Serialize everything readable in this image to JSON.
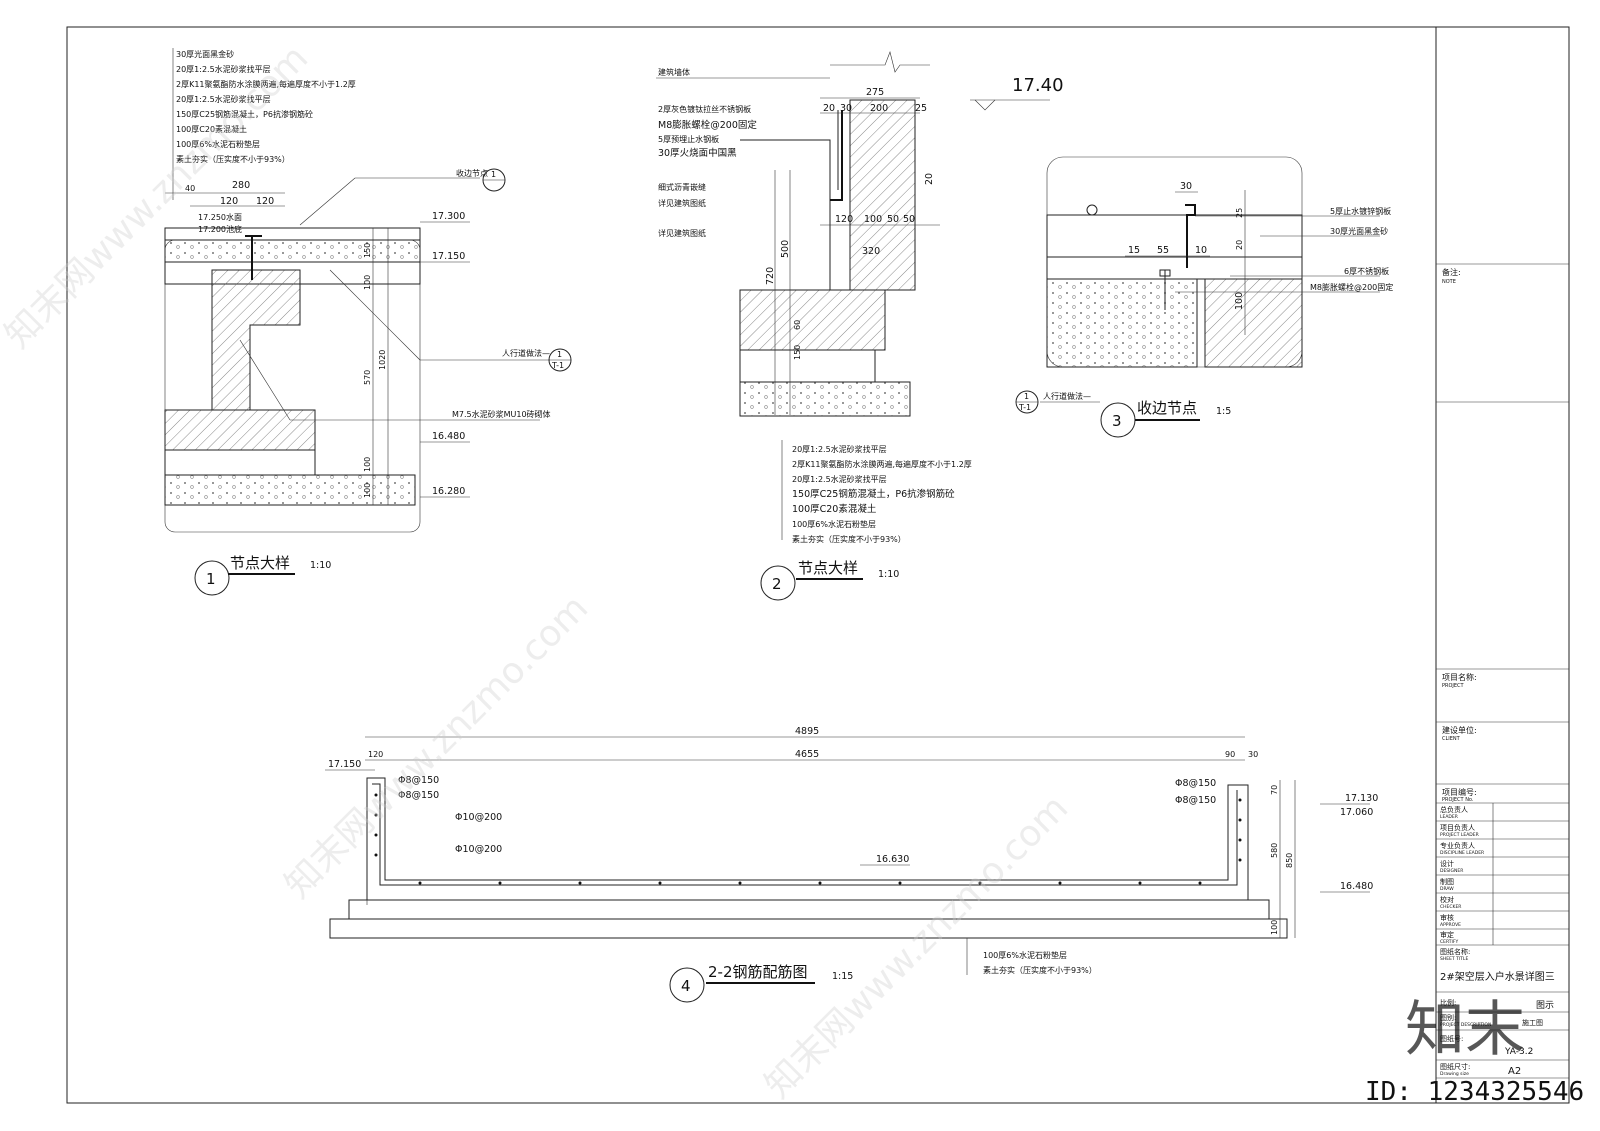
{
  "detail1": {
    "title": "节点大样",
    "num": "1",
    "scale": "1:10",
    "layers": [
      "30厚光面黑金砂",
      "20厚1:2.5水泥砂浆找平层",
      "2厚K11聚氨酯防水涂膜两遍,每遍厚度不小于1.2厚",
      "20厚1:2.5水泥砂浆找平层",
      "150厚C25钢筋混凝土，P6抗渗钢筋砼",
      "100厚C20素混凝土",
      "100厚6%水泥石粉垫层",
      "素土夯实（压实度不小于93%）"
    ],
    "dims": {
      "d40": "40",
      "d280": "280",
      "d120a": "120",
      "d120b": "120",
      "d150": "150",
      "d100": "100",
      "d570": "570",
      "d1020": "1020",
      "d100b": "100",
      "d100c": "100"
    },
    "elevs": {
      "e17250": "17.250水面",
      "e17200": "17.200池底",
      "e17300": "17.300",
      "e17150": "17.150",
      "e16480": "16.480",
      "e16280": "16.280"
    },
    "notes": {
      "edge": "收边节点",
      "edge_ref": "1",
      "walkway": "人行道做法—",
      "walkway_ref_top": "1",
      "walkway_ref_bot": "T-1",
      "wall": "M7.5水泥砂浆MU10砖砌体"
    }
  },
  "detail2": {
    "title": "节点大样",
    "num": "2",
    "scale": "1:10",
    "top_labels": [
      "建筑墙体",
      "2厚灰色镀钛拉丝不锈钢板",
      "M8膨胀螺栓@200固定",
      "5厚预埋止水钢板",
      "30厚火烧面中国黑",
      "细式沥青嵌缝",
      "详见建筑图纸",
      "详见建筑图纸"
    ],
    "dims": {
      "d275": "275",
      "d20": "20",
      "d30": "30",
      "d200": "200",
      "d25": "25",
      "d20b": "20",
      "d120": "120",
      "d100": "100",
      "d50a": "50",
      "d50b": "50",
      "d320": "320",
      "d500": "500",
      "d720": "720",
      "d60": "60",
      "d150": "150"
    },
    "elev": "17.40",
    "layers": [
      "20厚1:2.5水泥砂浆找平层",
      "2厚K11聚氨酯防水涂膜两遍,每遍厚度不小于1.2厚",
      "20厚1:2.5水泥砂浆找平层",
      "150厚C25钢筋混凝土，P6抗渗钢筋砼",
      "100厚C20素混凝土",
      "100厚6%水泥石粉垫层",
      "素土夯实（压实度不小于93%）"
    ]
  },
  "detail3": {
    "title": "收边节点",
    "num": "3",
    "scale": "1:5",
    "labels": [
      "5厚止水镀锌钢板",
      "30厚光面黑金砂",
      "6厚不锈钢板",
      "M8膨胀螺栓@200固定"
    ],
    "dims": {
      "d30": "30",
      "d25": "25",
      "d15": "15",
      "d55": "55",
      "d10": "10",
      "d20": "20",
      "d100": "100"
    },
    "walkway": "人行道做法—",
    "walkway_ref_top": "1",
    "walkway_ref_bot": "T-1"
  },
  "detail4": {
    "title": "2-2钢筋配筋图",
    "num": "4",
    "scale": "1:15",
    "dims": {
      "total": "4895",
      "inner": "4655",
      "left": "120",
      "r90": "90",
      "r30": "30",
      "h70": "70",
      "h580": "580",
      "h850": "850",
      "h100": "100"
    },
    "rebar": {
      "a": "Φ8@150",
      "b": "Φ8@150",
      "c": "Φ10@200",
      "d": "Φ10@200",
      "e": "Φ8@150",
      "f": "Φ8@150"
    },
    "elevs": {
      "l17150": "17.150",
      "r17130": "17.130",
      "r17060": "17.060",
      "c16630": "16.630",
      "r16480": "16.480"
    },
    "layers": [
      "100厚6%水泥石粉垫层",
      "素土夯实（压实度不小于93%）"
    ]
  },
  "title_block": {
    "note_label": "备注:",
    "note_en": "NOTE",
    "project_label": "项目名称:",
    "project_en": "PROJECT",
    "client_label": "建设单位:",
    "client_en": "CLIENT",
    "projno_label": "项目编号:",
    "projno_en": "PROJECT No.",
    "roles": [
      {
        "cn": "总负责人",
        "en": "LEADER"
      },
      {
        "cn": "项目负责人",
        "en": "PROJECT LEADER"
      },
      {
        "cn": "专业负责人",
        "en": "DISCIPLINE LEADER"
      },
      {
        "cn": "设计",
        "en": "DESIGNER"
      },
      {
        "cn": "制图",
        "en": "DRAW"
      },
      {
        "cn": "校对",
        "en": "CHECKER"
      },
      {
        "cn": "审核",
        "en": "APPROVE"
      },
      {
        "cn": "审定",
        "en": "CERTIFY"
      }
    ],
    "sheet_label": "图纸名称:",
    "sheet_en": "SHEET TITLE",
    "sheet_title": "2#架空层入户水景详图三",
    "scale_label": "比例:",
    "scale_value": "图示",
    "desc_label": "图别:",
    "desc_en": "PROJECT DESCRIPTION",
    "desc_value": "施工图",
    "no_label": "图纸号:",
    "no_value": "YA-3.2",
    "size_label": "图纸尺寸:",
    "size_en": "Drawing size",
    "size_value": "A2"
  },
  "watermark": {
    "text": "知末网www.znzmo.com",
    "logo": "知末",
    "id": "ID: 1234325546"
  }
}
